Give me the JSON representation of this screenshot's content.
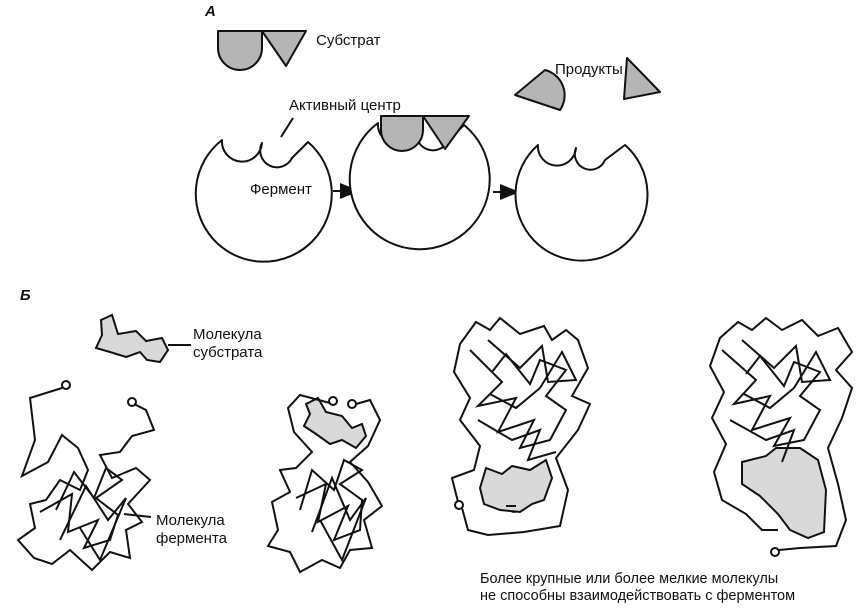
{
  "panel_a": {
    "letter": "А",
    "substrate_label": "Субстрат",
    "products_label": "Продукты",
    "active_site_label": "Активный центр",
    "enzyme_label": "Фермент"
  },
  "panel_b": {
    "letter": "Б",
    "substrate_molecule_label_1": "Молекула",
    "substrate_molecule_label_2": "субстрата",
    "enzyme_molecule_label_1": "Молекула",
    "enzyme_molecule_label_2": "фермента",
    "caption_line_1": "Более крупные или более мелкие молекулы",
    "caption_line_2": "не способны взаимодействовать с ферментом"
  },
  "colors": {
    "ink": "#111111",
    "fill_gray": "#b7b7b7",
    "fill_light": "#d9d9d9"
  }
}
